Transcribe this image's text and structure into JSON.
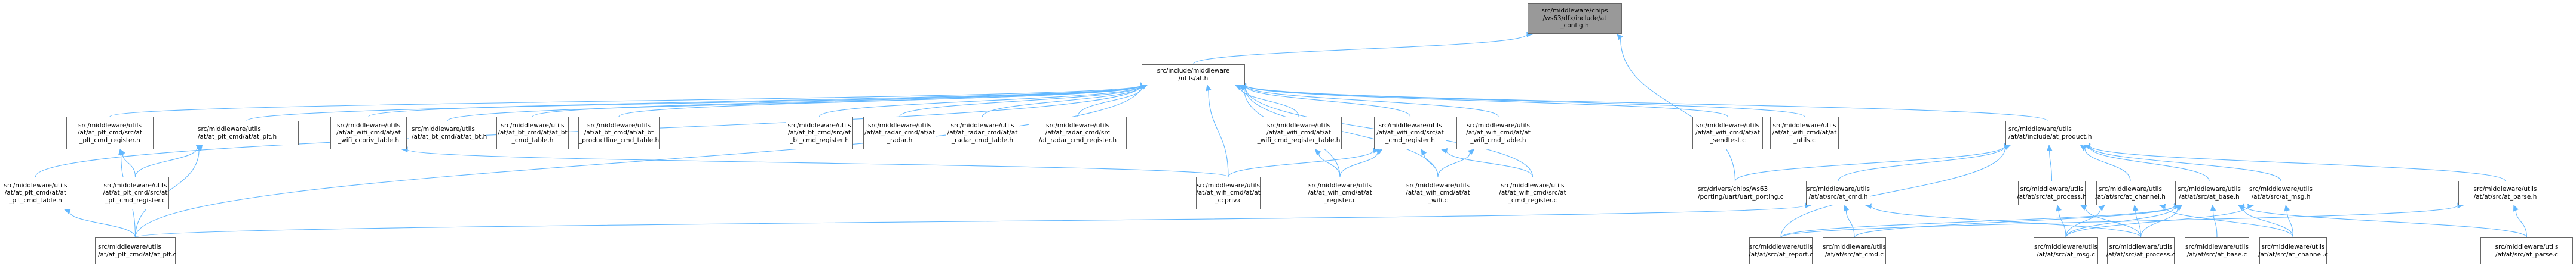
{
  "graph": {
    "type": "include-dependency-graph",
    "colors": {
      "edge": "#63b8ff",
      "root_fill": "#999999",
      "node_border": "#666666"
    },
    "nodes": [
      {
        "id": "at_config",
        "label": "src/middleware/chips\n/ws63/dfx/include/at\n_config.h",
        "root": true
      },
      {
        "id": "at_h",
        "label": "src/include/middleware\n/utils/at.h"
      },
      {
        "id": "plt_cmd_register_h",
        "label": "src/middleware/utils\n/at/at_plt_cmd/src/at\n_plt_cmd_register.h"
      },
      {
        "id": "at_plt_h",
        "label": "src/middleware/utils\n/at/at_plt_cmd/at/at_plt.h"
      },
      {
        "id": "wifi_ccpriv_table_h",
        "label": "src/middleware/utils\n/at/at_wifi_cmd/at/at\n_wifi_ccpriv_table.h"
      },
      {
        "id": "at_bt_h",
        "label": "src/middleware/utils\n/at/at_bt_cmd/at/at_bt.h"
      },
      {
        "id": "bt_cmd_table_h",
        "label": "src/middleware/utils\n/at/at_bt_cmd/at/at_bt\n_cmd_table.h"
      },
      {
        "id": "bt_productline_h",
        "label": "src/middleware/utils\n/at/at_bt_cmd/at/at_bt\n_productline_cmd_table.h"
      },
      {
        "id": "bt_cmd_register_h",
        "label": "src/middleware/utils\n/at/at_bt_cmd/src/at\n_bt_cmd_register.h"
      },
      {
        "id": "at_radar_h",
        "label": "src/middleware/utils\n/at/at_radar_cmd/at/at\n_radar.h"
      },
      {
        "id": "radar_cmd_table_h",
        "label": "src/middleware/utils\n/at/at_radar_cmd/at/at\n_radar_cmd_table.h"
      },
      {
        "id": "radar_cmd_register_h",
        "label": "src/middleware/utils\n/at/at_radar_cmd/src\n/at_radar_cmd_register.h"
      },
      {
        "id": "wifi_cmd_register_table_h",
        "label": "src/middleware/utils\n/at/at_wifi_cmd/at/at\n_wifi_cmd_register_table.h"
      },
      {
        "id": "wifi_src_cmd_register_h",
        "label": "src/middleware/utils\n/at/at_wifi_cmd/src/at\n_cmd_register.h"
      },
      {
        "id": "wifi_cmd_table_h",
        "label": "src/middleware/utils\n/at/at_wifi_cmd/at/at\n_wifi_cmd_table.h"
      },
      {
        "id": "at_sendtest_c",
        "label": "src/middleware/utils\n/at/at_wifi_cmd/at/at\n_sendtest.c"
      },
      {
        "id": "at_utils_c",
        "label": "src/middleware/utils\n/at/at_wifi_cmd/at/at\n_utils.c"
      },
      {
        "id": "at_product_h",
        "label": "src/middleware/utils\n/at/at/include/at_product.h"
      },
      {
        "id": "plt_cmd_table_h",
        "label": "src/middleware/utils\n/at/at_plt_cmd/at/at\n_plt_cmd_table.h"
      },
      {
        "id": "plt_cmd_register_c",
        "label": "src/middleware/utils\n/at/at_plt_cmd/src/at\n_plt_cmd_register.c"
      },
      {
        "id": "at_ccpriv_c",
        "label": "src/middleware/utils\n/at/at_wifi_cmd/at/at\n_ccpriv.c"
      },
      {
        "id": "at_register_c",
        "label": "src/middleware/utils\n/at/at_wifi_cmd/at/at\n_register.c"
      },
      {
        "id": "at_wifi_c",
        "label": "src/middleware/utils\n/at/at_wifi_cmd/at/at\n_wifi.c"
      },
      {
        "id": "wifi_src_cmd_register_c",
        "label": "src/middleware/utils\n/at/at_wifi_cmd/src/at\n_cmd_register.c"
      },
      {
        "id": "uart_porting_c",
        "label": "src/drivers/chips/ws63\n/porting/uart/uart_porting.c"
      },
      {
        "id": "at_cmd_h",
        "label": "src/middleware/utils\n/at/at/src/at_cmd.h"
      },
      {
        "id": "at_process_h",
        "label": "src/middleware/utils\n/at/at/src/at_process.h"
      },
      {
        "id": "at_channel_h",
        "label": "src/middleware/utils\n/at/at/src/at_channel.h"
      },
      {
        "id": "at_base_h",
        "label": "src/middleware/utils\n/at/at/src/at_base.h"
      },
      {
        "id": "at_msg_h",
        "label": "src/middleware/utils\n/at/at/src/at_msg.h"
      },
      {
        "id": "at_parse_h",
        "label": "src/middleware/utils\n/at/at/src/at_parse.h"
      },
      {
        "id": "at_plt_c",
        "label": "src/middleware/utils\n/at/at_plt_cmd/at/at_plt.c"
      },
      {
        "id": "at_report_c",
        "label": "src/middleware/utils\n/at/at/src/at_report.c"
      },
      {
        "id": "at_cmd_c",
        "label": "src/middleware/utils\n/at/at/src/at_cmd.c"
      },
      {
        "id": "at_msg_c",
        "label": "src/middleware/utils\n/at/at/src/at_msg.c"
      },
      {
        "id": "at_process_c",
        "label": "src/middleware/utils\n/at/at/src/at_process.c"
      },
      {
        "id": "at_base_c",
        "label": "src/middleware/utils\n/at/at/src/at_base.c"
      },
      {
        "id": "at_channel_c",
        "label": "src/middleware/utils\n/at/at/src/at_channel.c"
      },
      {
        "id": "at_parse_c",
        "label": "src/middleware/utils\n/at/at/src/at_parse.c"
      }
    ],
    "edges": [
      [
        "at_h",
        "at_config"
      ],
      [
        "uart_porting_c",
        "at_config"
      ],
      [
        "plt_cmd_register_h",
        "at_h"
      ],
      [
        "at_plt_h",
        "at_h"
      ],
      [
        "wifi_ccpriv_table_h",
        "at_h"
      ],
      [
        "at_bt_h",
        "at_h"
      ],
      [
        "bt_cmd_table_h",
        "at_h"
      ],
      [
        "bt_productline_h",
        "at_h"
      ],
      [
        "bt_cmd_register_h",
        "at_h"
      ],
      [
        "at_radar_h",
        "at_h"
      ],
      [
        "radar_cmd_table_h",
        "at_h"
      ],
      [
        "radar_cmd_register_h",
        "at_h"
      ],
      [
        "wifi_cmd_register_table_h",
        "at_h"
      ],
      [
        "wifi_src_cmd_register_h",
        "at_h"
      ],
      [
        "wifi_cmd_table_h",
        "at_h"
      ],
      [
        "at_sendtest_c",
        "at_h"
      ],
      [
        "at_utils_c",
        "at_h"
      ],
      [
        "at_product_h",
        "at_h"
      ],
      [
        "plt_cmd_table_h",
        "at_h"
      ],
      [
        "at_ccpriv_c",
        "at_h"
      ],
      [
        "at_register_c",
        "at_h"
      ],
      [
        "at_wifi_c",
        "at_h"
      ],
      [
        "wifi_src_cmd_register_c",
        "at_h"
      ],
      [
        "at_plt_c",
        "at_h"
      ],
      [
        "plt_cmd_register_c",
        "plt_cmd_register_h"
      ],
      [
        "at_plt_c",
        "plt_cmd_register_h"
      ],
      [
        "plt_cmd_register_c",
        "at_plt_h"
      ],
      [
        "at_plt_c",
        "at_plt_h"
      ],
      [
        "at_plt_c",
        "plt_cmd_table_h"
      ],
      [
        "at_ccpriv_c",
        "wifi_ccpriv_table_h"
      ],
      [
        "at_register_c",
        "wifi_cmd_register_table_h"
      ],
      [
        "at_ccpriv_c",
        "wifi_src_cmd_register_h"
      ],
      [
        "at_register_c",
        "wifi_src_cmd_register_h"
      ],
      [
        "at_wifi_c",
        "wifi_src_cmd_register_h"
      ],
      [
        "wifi_src_cmd_register_c",
        "wifi_src_cmd_register_h"
      ],
      [
        "at_wifi_c",
        "wifi_cmd_table_h"
      ],
      [
        "uart_porting_c",
        "at_product_h"
      ],
      [
        "at_cmd_h",
        "at_product_h"
      ],
      [
        "at_process_h",
        "at_product_h"
      ],
      [
        "at_channel_h",
        "at_product_h"
      ],
      [
        "at_base_h",
        "at_product_h"
      ],
      [
        "at_msg_h",
        "at_product_h"
      ],
      [
        "at_parse_h",
        "at_product_h"
      ],
      [
        "at_report_c",
        "at_product_h"
      ],
      [
        "at_plt_c",
        "at_cmd_h"
      ],
      [
        "at_cmd_c",
        "at_cmd_h"
      ],
      [
        "at_process_c",
        "at_cmd_h"
      ],
      [
        "at_msg_c",
        "at_process_h"
      ],
      [
        "at_process_c",
        "at_process_h"
      ],
      [
        "at_msg_c",
        "at_channel_h"
      ],
      [
        "at_process_c",
        "at_channel_h"
      ],
      [
        "at_channel_c",
        "at_channel_h"
      ],
      [
        "at_report_c",
        "at_base_h"
      ],
      [
        "at_cmd_c",
        "at_base_h"
      ],
      [
        "at_msg_c",
        "at_base_h"
      ],
      [
        "at_process_c",
        "at_base_h"
      ],
      [
        "at_base_c",
        "at_base_h"
      ],
      [
        "at_channel_c",
        "at_base_h"
      ],
      [
        "at_parse_c",
        "at_base_h"
      ],
      [
        "at_msg_c",
        "at_msg_h"
      ],
      [
        "at_channel_c",
        "at_msg_h"
      ],
      [
        "at_report_c",
        "at_parse_h"
      ],
      [
        "at_parse_c",
        "at_parse_h"
      ]
    ]
  }
}
